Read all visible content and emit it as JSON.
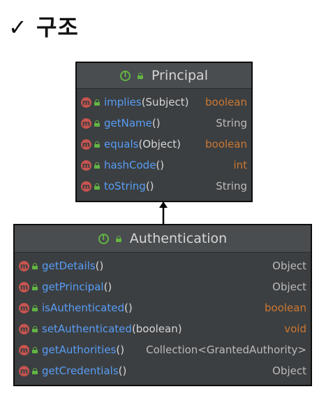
{
  "heading": "✓ 구조",
  "principal": {
    "name": "Principal",
    "methods": [
      {
        "name": "implies",
        "params": "(Subject)",
        "returns": "boolean",
        "keyword": true
      },
      {
        "name": "getName",
        "params": "()",
        "returns": "String",
        "keyword": false
      },
      {
        "name": "equals",
        "params": "(Object)",
        "returns": "boolean",
        "keyword": true
      },
      {
        "name": "hashCode",
        "params": "()",
        "returns": "int",
        "keyword": true
      },
      {
        "name": "toString",
        "params": "()",
        "returns": "String",
        "keyword": false
      }
    ]
  },
  "authentication": {
    "name": "Authentication",
    "methods": [
      {
        "name": "getDetails",
        "params": "()",
        "returns": "Object",
        "keyword": false
      },
      {
        "name": "getPrincipal",
        "params": "()",
        "returns": "Object",
        "keyword": false
      },
      {
        "name": "isAuthenticated",
        "params": "()",
        "returns": "boolean",
        "keyword": true
      },
      {
        "name": "setAuthenticated",
        "params": "(boolean)",
        "returns": "void",
        "keyword": true
      },
      {
        "name": "getAuthorities",
        "params": "()",
        "returns": "Collection<GrantedAuthority>",
        "keyword": false
      },
      {
        "name": "getCredentials",
        "params": "()",
        "returns": "Object",
        "keyword": false
      }
    ]
  },
  "colors": {
    "box_bg": "#3c3f41",
    "method_name": "#589df6",
    "keyword": "#cc7832",
    "type": "#bbbbbb",
    "method_icon": "#c75450",
    "interface_icon": "#62b543"
  },
  "icons": {
    "interface": "interface-icon",
    "method": "method-icon",
    "visibility": "public-lock-icon"
  }
}
